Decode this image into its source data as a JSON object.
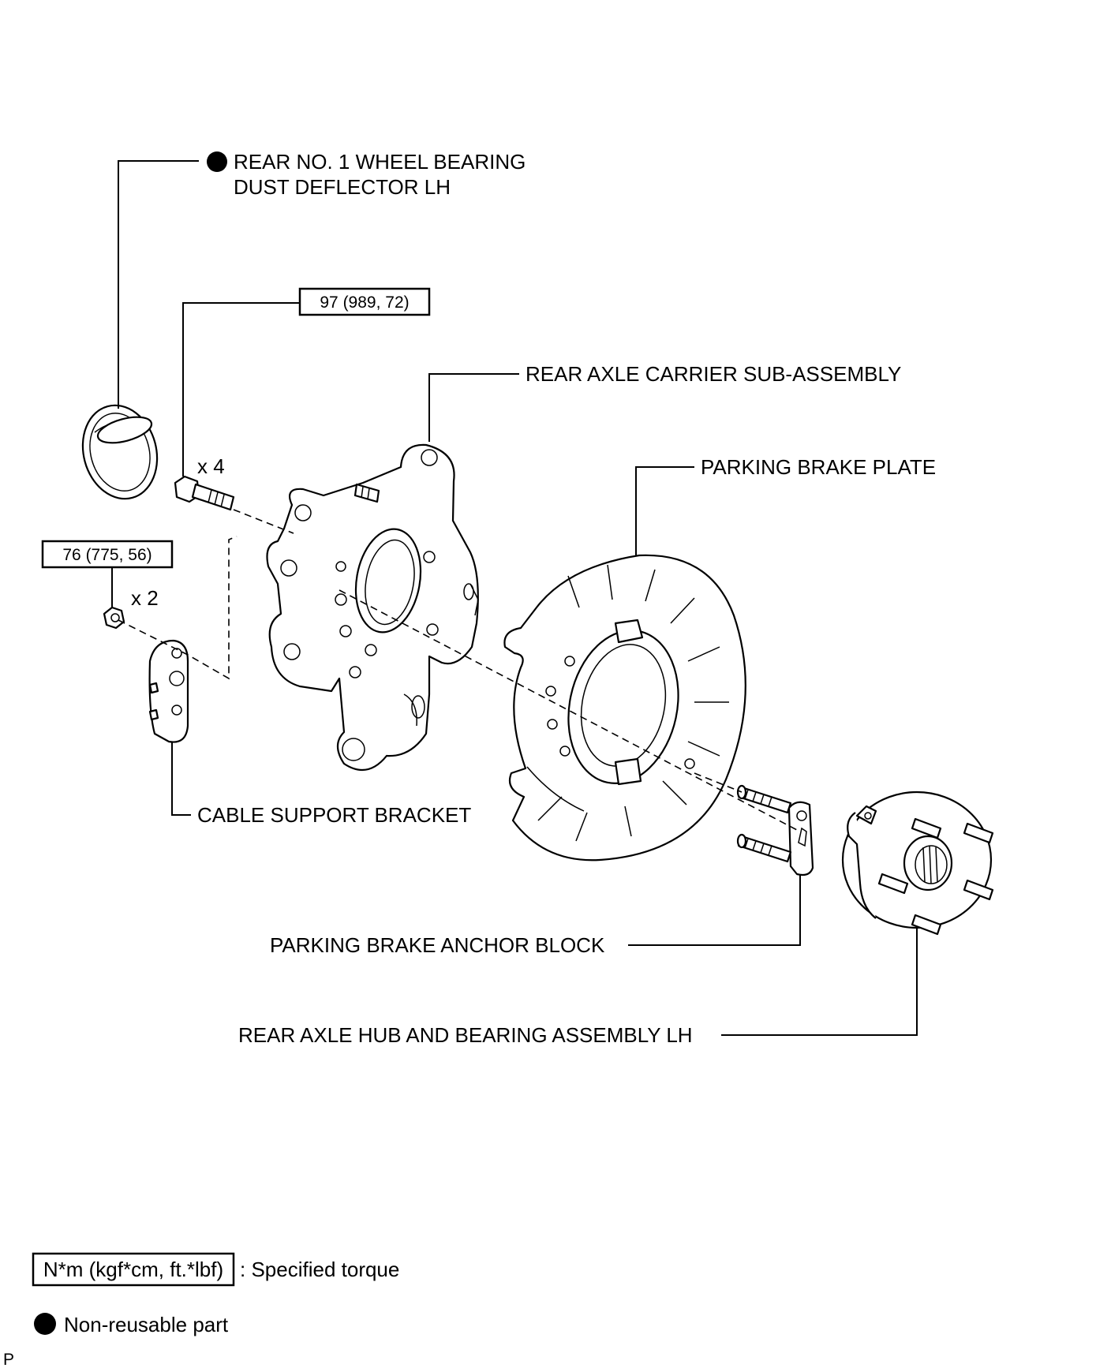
{
  "labels": {
    "dust_deflector_line1": "REAR NO. 1 WHEEL BEARING",
    "dust_deflector_line2": "DUST DEFLECTOR LH",
    "axle_carrier": "REAR AXLE CARRIER SUB-ASSEMBLY",
    "parking_brake_plate": "PARKING BRAKE PLATE",
    "cable_support_bracket": "CABLE SUPPORT BRACKET",
    "parking_brake_anchor_block": "PARKING BRAKE ANCHOR BLOCK",
    "hub_bearing_assembly": "REAR AXLE HUB AND BEARING ASSEMBLY LH"
  },
  "torques": {
    "bolt_torque": "97 (989, 72)",
    "nut_torque": "76 (775, 56)"
  },
  "quantities": {
    "bolt_qty": "x 4",
    "nut_qty": "x 2"
  },
  "legend": {
    "torque_unit_box": "N*m (kgf*cm, ft.*lbf)",
    "torque_desc": ": Specified torque",
    "non_reusable_desc": "Non-reusable part"
  },
  "corner_code": "P"
}
